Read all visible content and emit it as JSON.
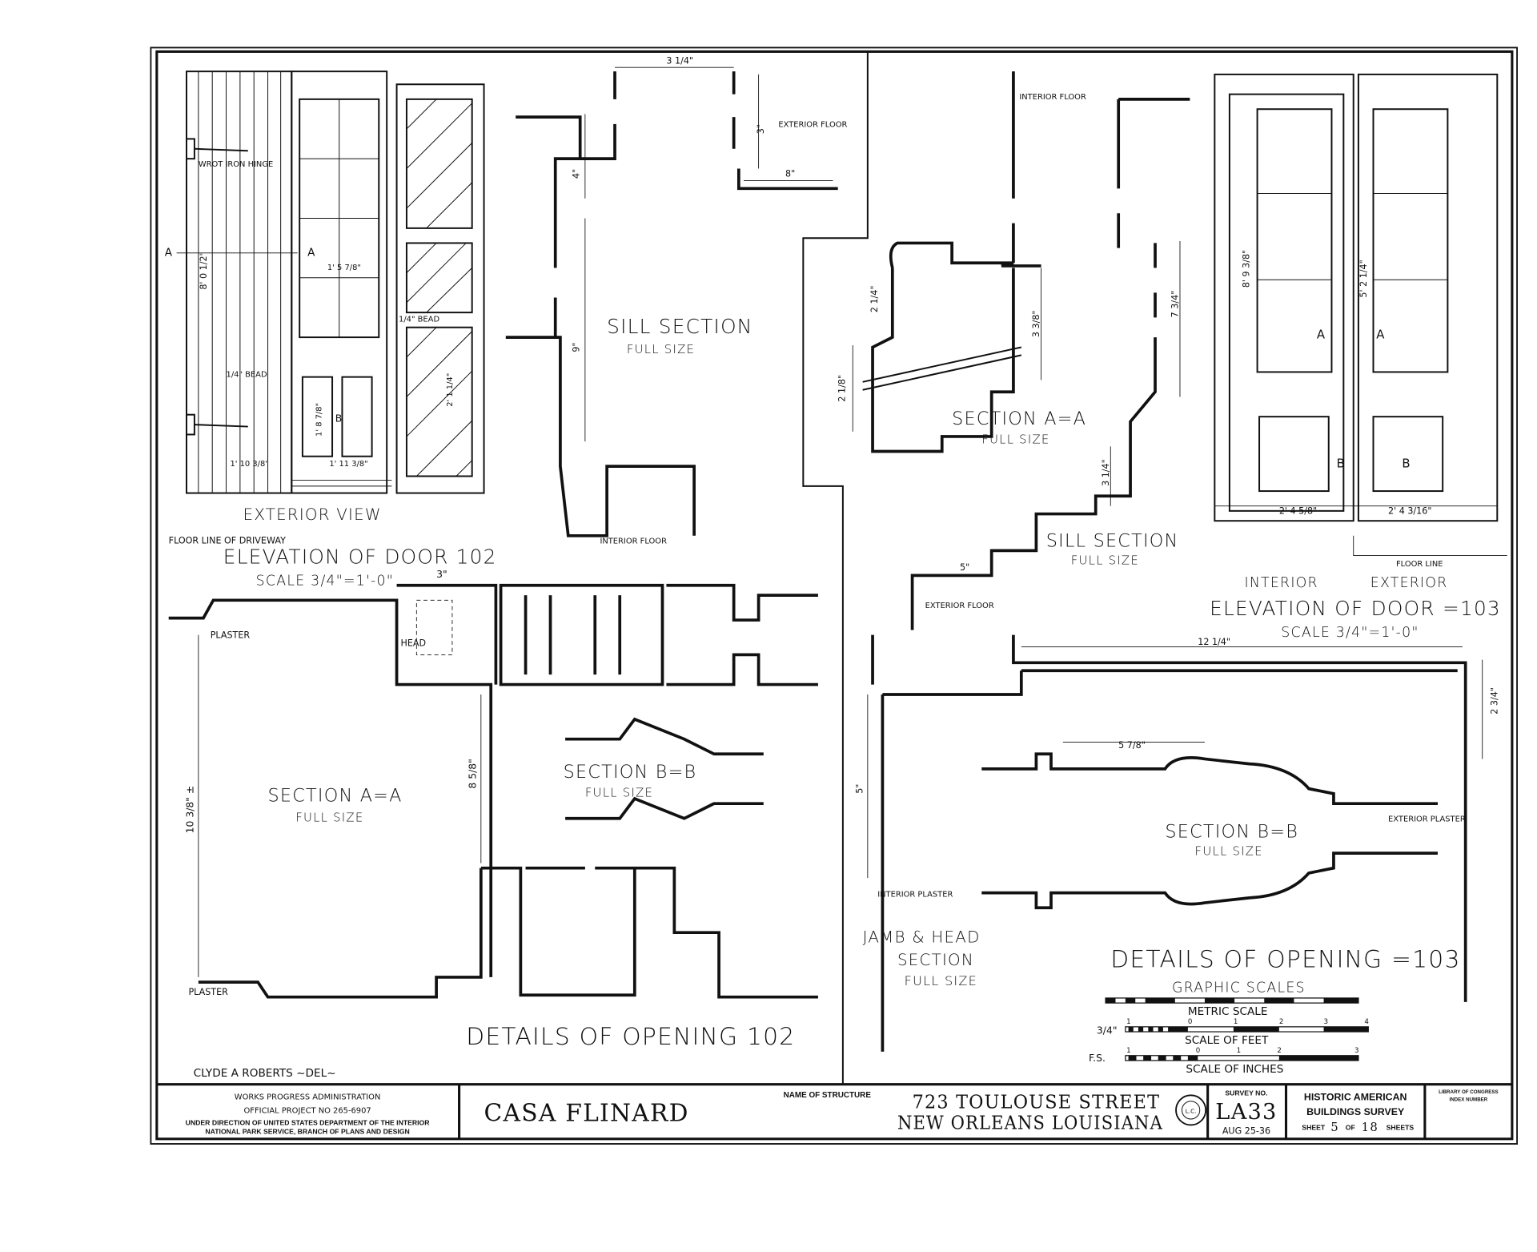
{
  "drawing_102": {
    "hinge_label": "WROT IRON HINGE",
    "section_mark_a": "A",
    "bead_label": "1/4\" BEAD",
    "section_mark_b": "B",
    "exterior_view": "EXTERIOR VIEW",
    "floor_line": "FLOOR LINE OF DRIVEWAY",
    "elevation_title": "ELEVATION OF DOOR 102",
    "elevation_scale": "SCALE 3/4\"=1'-0\"",
    "dims": [
      "8' 0 1/2\"",
      "1' 5 7/8\"",
      "1' 10 3/8\"",
      "1' 11 3/8\"",
      "1' 8 7/8\"",
      "2' 1 1/4\"",
      "3 1/4\"",
      "4\"",
      "9\"",
      "3\"",
      "8\"",
      "3\"",
      "8 5/8\"",
      "10 3/8\" ±"
    ],
    "sill_title": "SILL SECTION",
    "sill_sub": "FULL SIZE",
    "exterior_floor": "EXTERIOR FLOOR",
    "interior_floor": "INTERIOR FLOOR",
    "plaster": "PLASTER",
    "head": "HEAD",
    "section_aa": "SECTION A=A",
    "section_aa_sub": "FULL SIZE",
    "section_bb": "SECTION B=B",
    "section_bb_sub": "FULL SIZE",
    "details_title": "DETAILS OF OPENING 102",
    "delineator": "CLYDE A ROBERTS ~DEL~"
  },
  "drawing_103": {
    "interior_floor": "INTERIOR FLOOR",
    "section_aa": "SECTION A=A",
    "section_aa_sub": "FULL SIZE",
    "sill_title": "SILL SECTION",
    "sill_sub": "FULL SIZE",
    "exterior_floor": "EXTERIOR FLOOR",
    "mark_a": "A",
    "mark_b": "B",
    "floor_line": "FLOOR LINE",
    "interior": "INTERIOR",
    "exterior": "EXTERIOR",
    "elevation_title": "ELEVATION OF DOOR =103",
    "elevation_scale": "SCALE 3/4\"=1'-0\"",
    "dims": [
      "2 1/4\"",
      "3 3/8\"",
      "2 1/8\"",
      "7 3/4\"",
      "3 1/4\"",
      "5\"",
      "12 1/4\"",
      "5 7/8\"",
      "2 3/4\"",
      "5\"",
      "2' 4 5/8\"",
      "2' 4 3/16\"",
      "5' 2 1/4\"",
      "8' 9 3/8\""
    ],
    "section_bb": "SECTION B=B",
    "section_bb_sub": "FULL SIZE",
    "exterior_plaster": "EXTERIOR PLASTER",
    "interior_plaster": "INTERIOR PLASTER",
    "jamb_head_1": "JAMB & HEAD",
    "jamb_head_2": "SECTION",
    "jamb_head_3": "FULL SIZE",
    "details_title": "DETAILS OF OPENING =103",
    "graphic_scales": "GRAPHIC SCALES",
    "metric_scale": "METRIC SCALE",
    "scale_feet": "SCALE OF FEET",
    "scale_inches": "SCALE OF INCHES",
    "scale_feet_prefix": "3/4\"",
    "scale_inches_prefix": "F.S.",
    "feet_ticks": [
      "1",
      "0",
      "1",
      "2",
      "3",
      "4"
    ],
    "inch_ticks": [
      "1",
      "0",
      "1",
      "2",
      "3"
    ]
  },
  "title_block": {
    "agency_1": "WORKS PROGRESS ADMINISTRATION",
    "agency_2": "OFFICIAL PROJECT NO 265-6907",
    "agency_3": "UNDER DIRECTION OF UNITED STATES DEPARTMENT OF THE INTERIOR",
    "agency_4": "NATIONAL PARK SERVICE, BRANCH OF PLANS AND DESIGN",
    "structure": "CASA FLINARD",
    "name_label": "NAME OF STRUCTURE",
    "address_1": "723 TOULOUSE STREET",
    "address_2": "NEW ORLEANS LOUISIANA",
    "seal_text": "L.C.",
    "survey_label": "SURVEY NO.",
    "survey_no": "LA33",
    "date": "AUG 25-36",
    "habs_1": "HISTORIC AMERICAN",
    "habs_2": "BUILDINGS SURVEY",
    "sheet_label": "SHEET",
    "sheet_no": "5",
    "of_label": "OF",
    "sheet_total": "18",
    "sheets_label": "SHEETS",
    "loc_1": "LIBRARY OF CONGRESS",
    "loc_2": "INDEX NUMBER"
  }
}
